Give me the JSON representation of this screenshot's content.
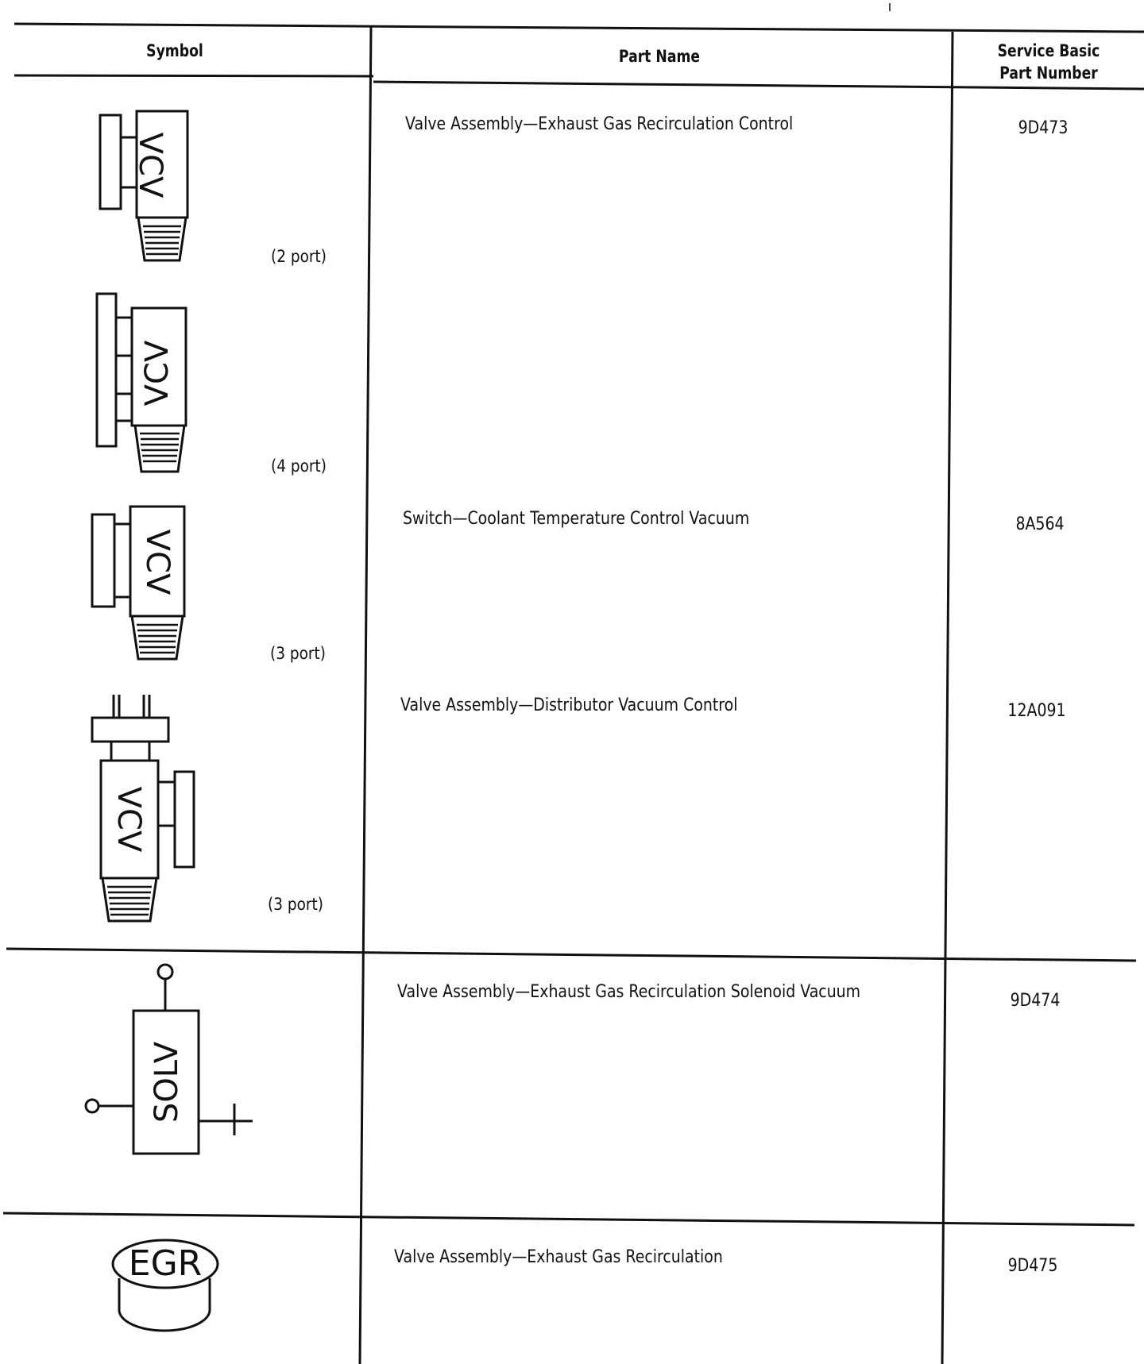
{
  "table": {
    "headers": {
      "symbol": "Symbol",
      "part_name": "Part Name",
      "service_number_line1": "Service Basic",
      "service_number_line2": "Part Number"
    },
    "rows": [
      {
        "part_name": "Valve Assembly—Exhaust Gas Recirculation Control",
        "number": "9D473",
        "symbols": [
          {
            "port": "(2 port)",
            "label": "VCV",
            "icon": "vcv-2-port-icon"
          },
          {
            "port": "(4 port)",
            "label": "VCV",
            "icon": "vcv-4-port-icon"
          }
        ]
      },
      {
        "part_name": "Switch—Coolant Temperature Control Vacuum",
        "number": "8A564",
        "symbols": [
          {
            "port": "(3 port)",
            "label": "VCV",
            "icon": "vcv-3-port-icon"
          }
        ]
      },
      {
        "part_name": "Valve Assembly—Distributor Vacuum Control",
        "number": "12A091",
        "symbols": [
          {
            "port": "(3 port)",
            "label": "VCV",
            "icon": "vcv-3-port-distributor-icon"
          }
        ]
      },
      {
        "part_name": "Valve Assembly—Exhaust Gas Recirculation Solenoid Vacuum",
        "number": "9D474",
        "symbols": [
          {
            "label": "SOLV",
            "icon": "solenoid-valve-icon"
          }
        ]
      },
      {
        "part_name": "Valve Assembly—Exhaust Gas Recirculation",
        "number": "9D475",
        "symbols": [
          {
            "label": "EGR",
            "icon": "egr-valve-icon"
          }
        ]
      }
    ]
  }
}
